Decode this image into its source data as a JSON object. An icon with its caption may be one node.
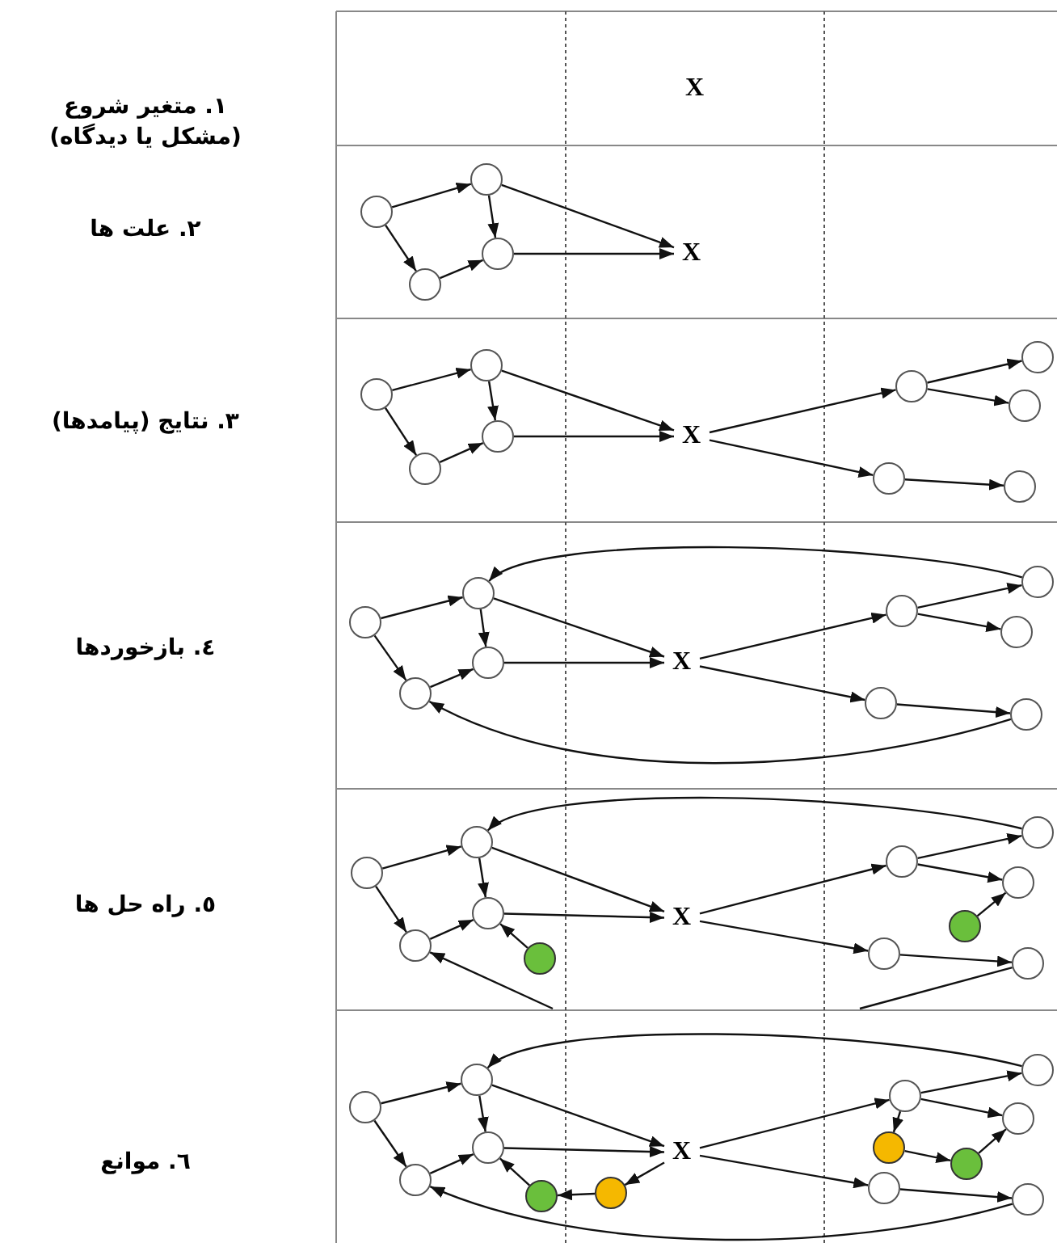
{
  "diagram": {
    "nodes": [
      {
        "text": [
          "X"
        ]
      },
      {
        "text": [],
        "shape": "circle"
      },
      {
        "text": [],
        "shape": "circle"
      },
      {
        "text": [],
        "shape": "circle"
      },
      {
        "text": [],
        "shape": "circle"
      },
      {
        "text": [
          "X"
        ]
      },
      {
        "text": [],
        "shape": "circle"
      },
      {
        "text": [],
        "shape": "circle"
      },
      {
        "text": [],
        "shape": "circle"
      },
      {
        "text": [],
        "shape": "circle"
      },
      {
        "text": [
          "X"
        ]
      },
      {
        "text": [],
        "shape": "circle"
      },
      {
        "text": [],
        "shape": "circle"
      },
      {
        "text": [],
        "shape": "circle"
      },
      {
        "text": [],
        "shape": "circle"
      },
      {
        "text": [],
        "shape": "circle"
      },
      {
        "text": [],
        "shape": "circle"
      },
      {
        "text": [],
        "shape": "circle"
      },
      {
        "text": [],
        "shape": "circle"
      },
      {
        "text": [],
        "shape": "circle"
      },
      {
        "text": [
          "X"
        ]
      },
      {
        "text": [],
        "shape": "circle"
      },
      {
        "text": [],
        "shape": "circle"
      },
      {
        "text": [],
        "shape": "circle"
      },
      {
        "text": [],
        "shape": "circle"
      },
      {
        "text": [],
        "shape": "circle"
      },
      {
        "text": [],
        "shape": "circle"
      },
      {
        "text": [],
        "shape": "circle"
      },
      {
        "text": [],
        "shape": "circle"
      },
      {
        "text": [],
        "shape": "circle"
      },
      {
        "text": [],
        "shape": "circle"
      },
      {
        "text": [
          "X"
        ]
      },
      {
        "text": [],
        "shape": "circle"
      },
      {
        "text": [],
        "shape": "circle"
      },
      {
        "text": [],
        "shape": "circle"
      },
      {
        "text": [],
        "shape": "circle"
      },
      {
        "text": [],
        "shape": "circle"
      },
      {
        "text": [],
        "shape": "circle"
      },
      {
        "text": [],
        "shape": "circle"
      },
      {
        "text": [],
        "shape": "circle"
      },
      {
        "text": [],
        "shape": "circle"
      },
      {
        "text": [],
        "shape": "circle"
      },
      {
        "text": [],
        "shape": "circle"
      },
      {
        "text": [],
        "shape": "circle"
      },
      {
        "text": [
          "X"
        ]
      },
      {
        "text": [],
        "shape": "circle"
      },
      {
        "text": [],
        "shape": "circle"
      },
      {
        "text": [],
        "shape": "circle"
      },
      {
        "text": [],
        "shape": "circle"
      },
      {
        "text": [],
        "shape": "circle"
      },
      {
        "text": [],
        "shape": "circle"
      },
      {
        "text": [],
        "shape": "circle"
      }
    ],
    "edges": [
      {
        "from": 1,
        "to": 2,
        "arrow": "to"
      },
      {
        "from": 1,
        "to": 4,
        "arrow": "to"
      },
      {
        "from": 4,
        "to": 3,
        "arrow": "to"
      },
      {
        "from": 2,
        "to": 3,
        "arrow": "to"
      },
      {
        "from": 2,
        "to": 5,
        "arrow": "to"
      },
      {
        "from": 3,
        "to": 5,
        "arrow": "to"
      },
      {
        "from": 6,
        "to": 7,
        "arrow": "to"
      },
      {
        "from": 6,
        "to": 9,
        "arrow": "to"
      },
      {
        "from": 9,
        "to": 8,
        "arrow": "to"
      },
      {
        "from": 7,
        "to": 8,
        "arrow": "to"
      },
      {
        "from": 7,
        "to": 10,
        "arrow": "to"
      },
      {
        "from": 8,
        "to": 10,
        "arrow": "to"
      },
      {
        "from": 10,
        "to": 11,
        "arrow": "to"
      },
      {
        "from": 10,
        "to": 14,
        "arrow": "to"
      },
      {
        "from": 11,
        "to": 12,
        "arrow": "to"
      },
      {
        "from": 11,
        "to": 13,
        "arrow": "to"
      },
      {
        "from": 14,
        "to": 15,
        "arrow": "to"
      },
      {
        "from": 16,
        "to": 17,
        "arrow": "to"
      },
      {
        "from": 16,
        "to": 19,
        "arrow": "to"
      },
      {
        "from": 19,
        "to": 18,
        "arrow": "to"
      },
      {
        "from": 17,
        "to": 18,
        "arrow": "to"
      },
      {
        "from": 17,
        "to": 20,
        "arrow": "to"
      },
      {
        "from": 18,
        "to": 20,
        "arrow": "to"
      },
      {
        "from": 20,
        "to": 21,
        "arrow": "to"
      },
      {
        "from": 20,
        "to": 24,
        "arrow": "to"
      },
      {
        "from": 21,
        "to": 22,
        "arrow": "to"
      },
      {
        "from": 21,
        "to": 23,
        "arrow": "to"
      },
      {
        "from": 24,
        "to": 25,
        "arrow": "to"
      },
      {
        "from": 22,
        "to": 17,
        "arrow": "to"
      },
      {
        "from": 25,
        "to": 19,
        "arrow": "to"
      },
      {
        "from": 26,
        "to": 27,
        "arrow": "to"
      },
      {
        "from": 26,
        "to": 29,
        "arrow": "to"
      },
      {
        "from": 29,
        "to": 28,
        "arrow": "to"
      },
      {
        "from": 27,
        "to": 28,
        "arrow": "to"
      },
      {
        "from": 27,
        "to": 31,
        "arrow": "to"
      },
      {
        "from": 28,
        "to": 31,
        "arrow": "to"
      },
      {
        "from": 31,
        "to": 32,
        "arrow": "to"
      },
      {
        "from": 31,
        "to": 36,
        "arrow": "to"
      },
      {
        "from": 32,
        "to": 33,
        "arrow": "to"
      },
      {
        "from": 32,
        "to": 34,
        "arrow": "to"
      },
      {
        "from": 36,
        "to": 37,
        "arrow": "to"
      },
      {
        "from": 33,
        "to": 27,
        "arrow": "to"
      },
      {
        "from": null,
        "to": 29,
        "arrow": "to"
      },
      {
        "from": 37,
        "to": null,
        "arrow": "none"
      },
      {
        "from": 30,
        "to": 28,
        "arrow": "to"
      },
      {
        "from": 35,
        "to": 34,
        "arrow": "to"
      },
      {
        "from": 38,
        "to": 39,
        "arrow": "to"
      },
      {
        "from": 38,
        "to": 41,
        "arrow": "to"
      },
      {
        "from": 41,
        "to": 40,
        "arrow": "to"
      },
      {
        "from": 39,
        "to": 40,
        "arrow": "to"
      },
      {
        "from": 39,
        "to": 44,
        "arrow": "to"
      },
      {
        "from": 40,
        "to": 44,
        "arrow": "to"
      },
      {
        "from": 44,
        "to": 45,
        "arrow": "to"
      },
      {
        "from": 44,
        "to": 50,
        "arrow": "to"
      },
      {
        "from": 45,
        "to": 47,
        "arrow": "to"
      },
      {
        "from": 45,
        "to": 48,
        "arrow": "to"
      },
      {
        "from": 50,
        "to": 51,
        "arrow": "to"
      },
      {
        "from": 47,
        "to": 39,
        "arrow": "to"
      },
      {
        "from": 51,
        "to": 41,
        "arrow": "to"
      },
      {
        "from": 44,
        "to": 43,
        "arrow": "to"
      },
      {
        "from": 43,
        "to": 42,
        "arrow": "to"
      },
      {
        "from": 42,
        "to": 40,
        "arrow": "to"
      },
      {
        "from": 45,
        "to": 46,
        "arrow": "to"
      },
      {
        "from": 46,
        "to": 49,
        "arrow": "to"
      },
      {
        "from": 49,
        "to": 48,
        "arrow": "to"
      }
    ],
    "labels": [
      "١. متغیر شروع (مشکل یا دیدگاه)",
      "٢. علت ها",
      "٣. نتایج (پیامدها)",
      "٤. بازخوردها",
      "٥. راه حل ها",
      "٦. موانع"
    ]
  }
}
